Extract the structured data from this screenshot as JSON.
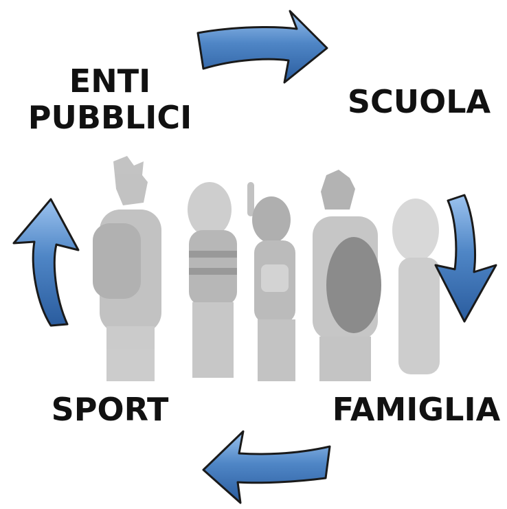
{
  "nodes": {
    "enti_line1": "ENTI",
    "enti_line2": "PUBBLICI",
    "scuola": "SCUOLA",
    "famiglia": "FAMIGLIA",
    "sport": "SPORT"
  },
  "colors": {
    "arrow_fill": "#4f86c6",
    "arrow_stroke": "#1a1a1a",
    "figures": "#b8b8b8",
    "text": "#111111"
  },
  "icons": {
    "arrows": "curved-arrow-icon",
    "illustration": "group-of-students-illustration"
  }
}
